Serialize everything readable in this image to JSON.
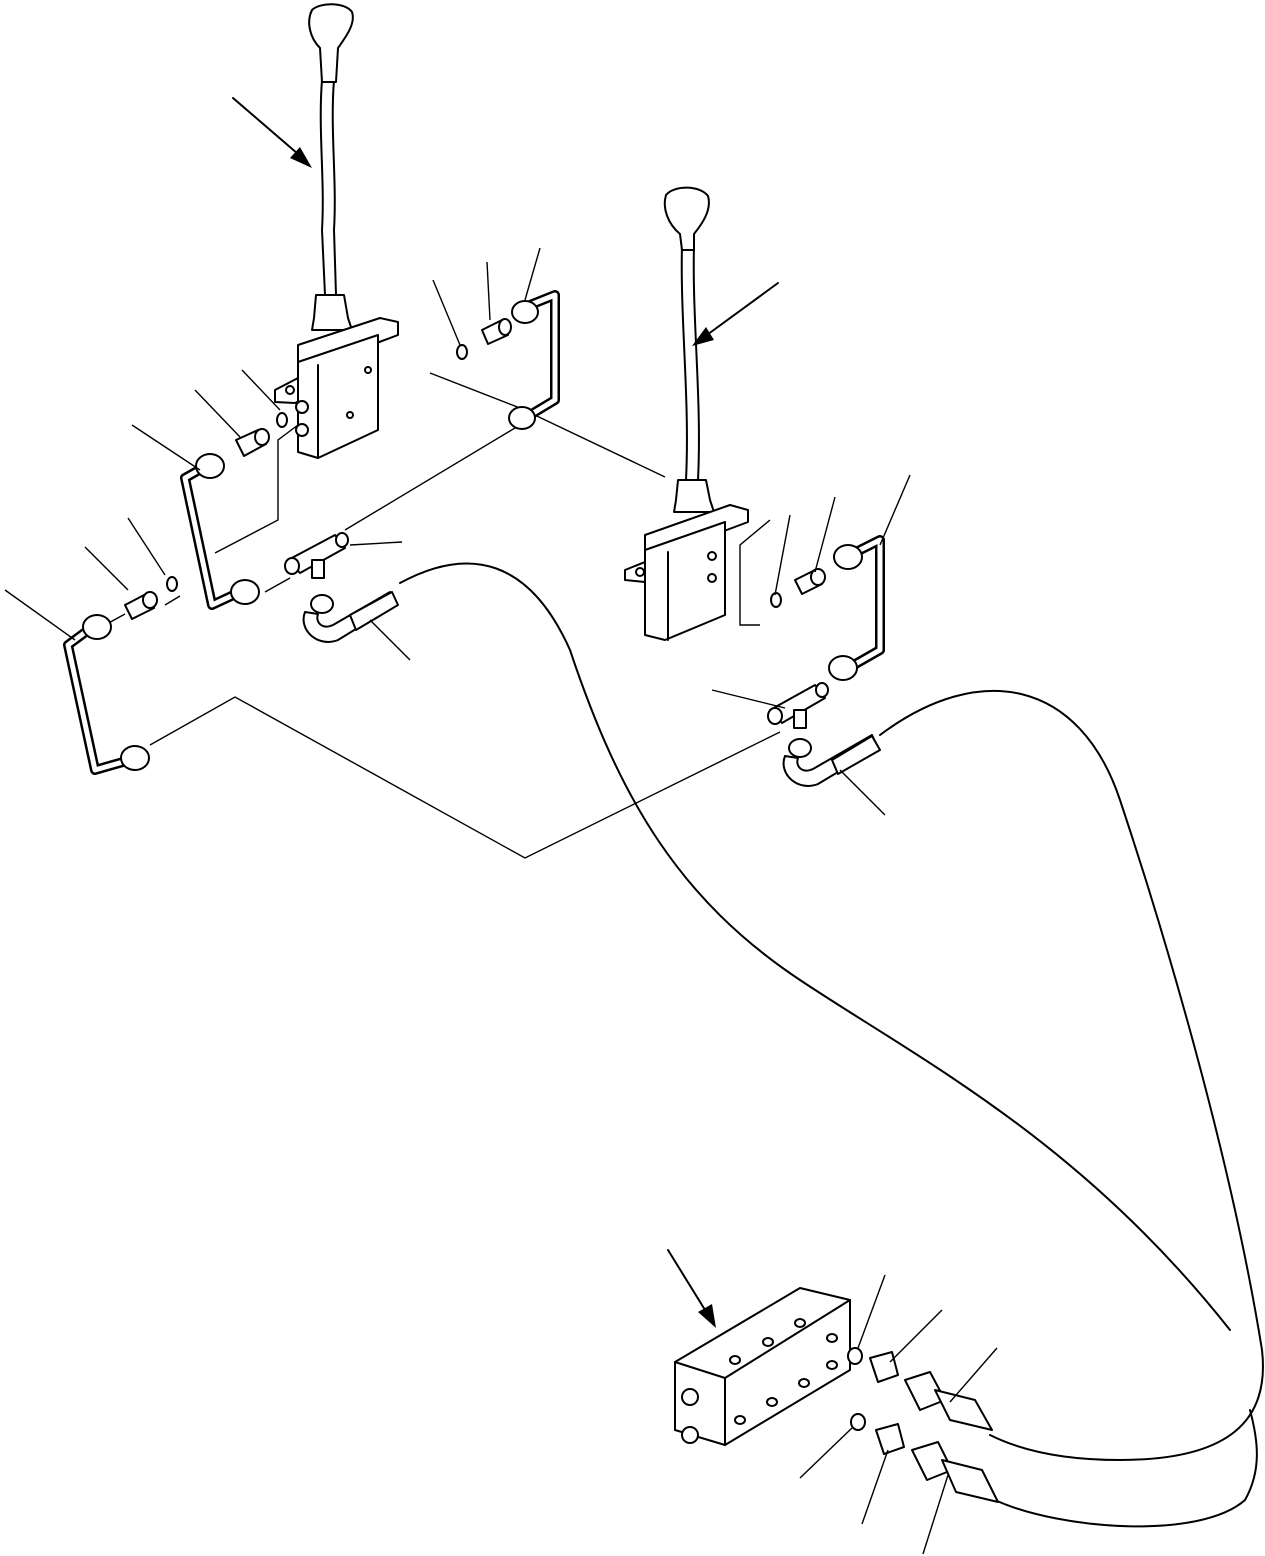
{
  "diagram": {
    "type": "exploded-parts-drawing",
    "assemblies": [
      "control-lever-left",
      "control-lever-right",
      "valve-block"
    ],
    "labels": []
  }
}
